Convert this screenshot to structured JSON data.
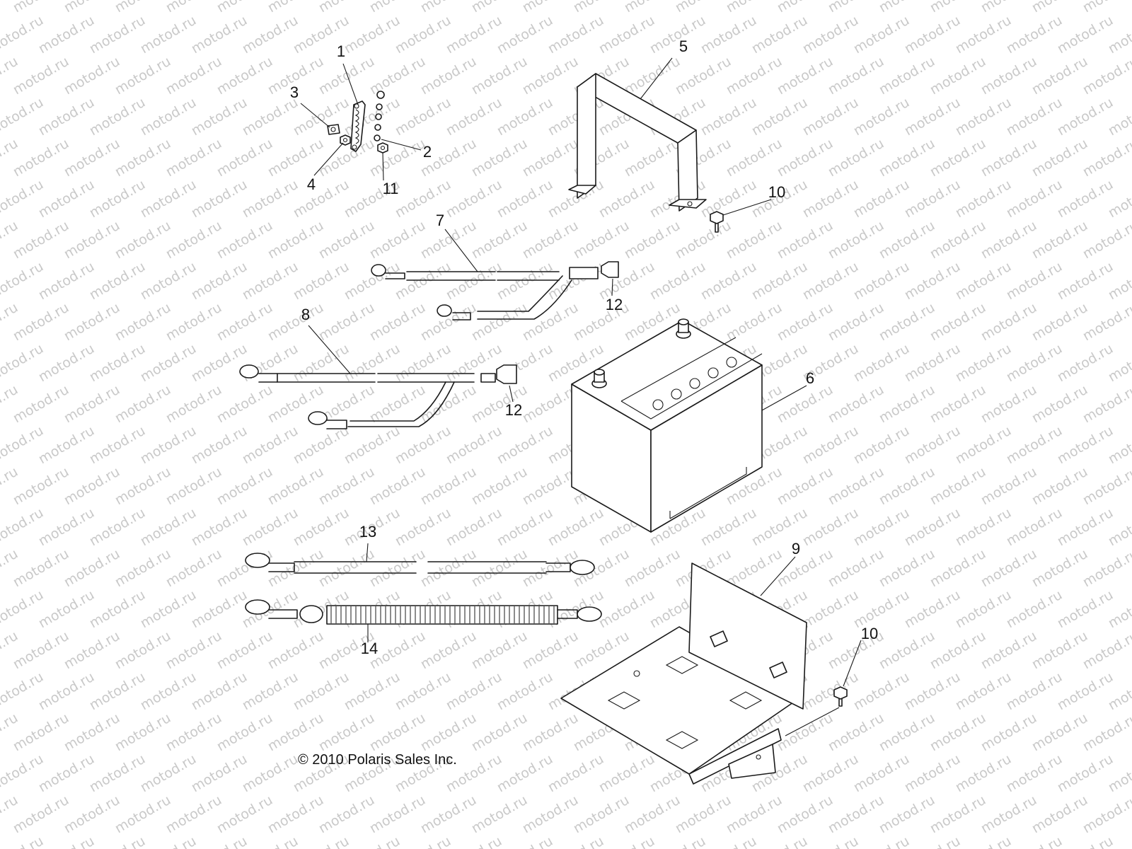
{
  "watermark": "motod.ru",
  "copyright": "© 2010 Polaris Sales Inc.",
  "callouts": [
    "1",
    "2",
    "3",
    "4",
    "5",
    "6",
    "7",
    "8",
    "9",
    "10",
    "11",
    "12",
    "13",
    "14"
  ],
  "colors": {
    "line": "#1a1a1a",
    "watermark": "#c9c9c9",
    "background": "#ffffff"
  }
}
